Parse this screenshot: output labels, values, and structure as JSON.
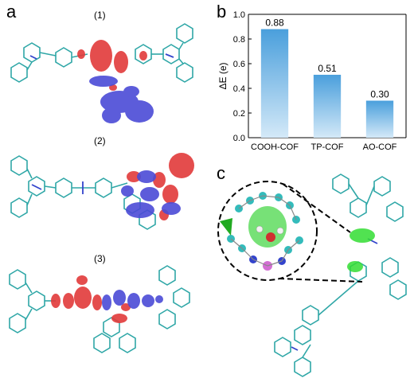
{
  "panels": {
    "a": {
      "letter": "a",
      "sub": [
        "(1)",
        "(2)",
        "(3)"
      ]
    },
    "b": {
      "letter": "b"
    },
    "c": {
      "letter": "c"
    }
  },
  "colors": {
    "bar_top": "#4a9fdc",
    "bar_bottom": "#cfe6f7",
    "charge_accumulation": "#e23a3a",
    "charge_depletion": "#4b4bd6",
    "bond_carbon": "#2fa7a7",
    "bond_nitrogen": "#3344cc",
    "bond_oxygen": "#d03030",
    "highlight_green": "#33dd33"
  },
  "chart_data": {
    "type": "bar",
    "categories": [
      "COOH-COF",
      "TP-COF",
      "AO-COF"
    ],
    "values": [
      0.88,
      0.51,
      0.3
    ],
    "value_labels": [
      "0.88",
      "0.51",
      "0.30"
    ],
    "title": "",
    "xlabel": "",
    "ylabel": "ΔE (e)",
    "ylim": [
      0.0,
      1.0
    ],
    "yticks": [
      "0.0",
      "0.2",
      "0.4",
      "0.6",
      "0.8",
      "1.0"
    ],
    "grid": false
  }
}
